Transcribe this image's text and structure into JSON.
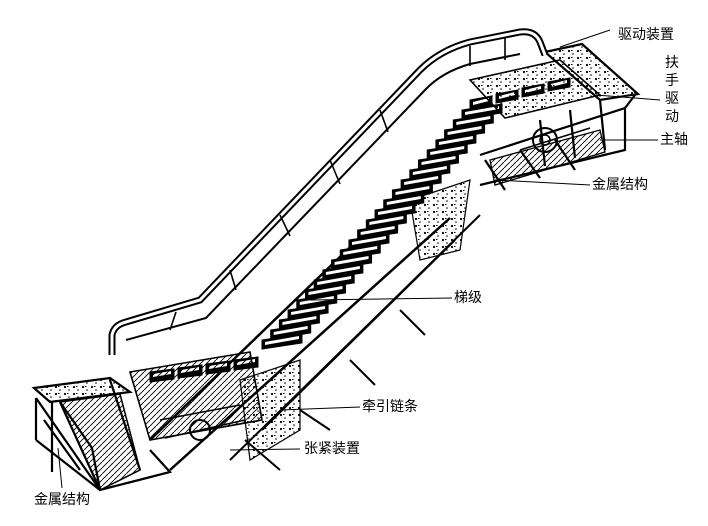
{
  "labels": {
    "drive_device": "驱动装置",
    "handrail_drive": "扶手驱动",
    "main_shaft": "主轴",
    "metal_structure_upper": "金属结构",
    "step": "梯级",
    "traction_chain": "牵引链条",
    "tension_device": "张紧装置",
    "metal_structure_lower": "金属结构"
  },
  "colors": {
    "ink": "#000000",
    "background": "#ffffff"
  }
}
